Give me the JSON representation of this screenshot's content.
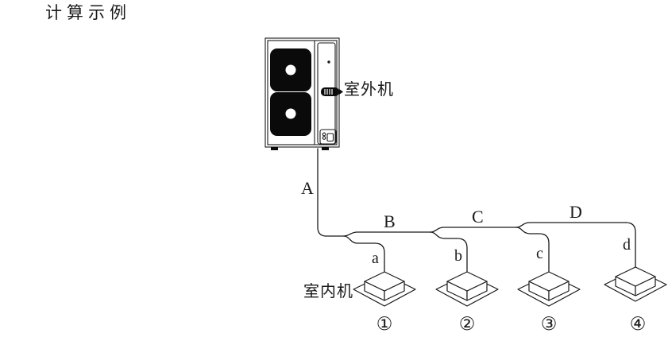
{
  "title": "计算示例",
  "colors": {
    "line": "#1a1a1a",
    "background": "#ffffff",
    "fan_fill": "#0a0a0a"
  },
  "outdoor_unit": {
    "label": "室外机"
  },
  "indoor_unit_label": "室内机",
  "main_pipes": [
    {
      "label": "A"
    },
    {
      "label": "B"
    },
    {
      "label": "C"
    },
    {
      "label": "D"
    }
  ],
  "indoor_units": [
    {
      "number": "①",
      "branch_pipe": "a"
    },
    {
      "number": "②",
      "branch_pipe": "b"
    },
    {
      "number": "③",
      "branch_pipe": "c"
    },
    {
      "number": "④",
      "branch_pipe": "d"
    }
  ]
}
